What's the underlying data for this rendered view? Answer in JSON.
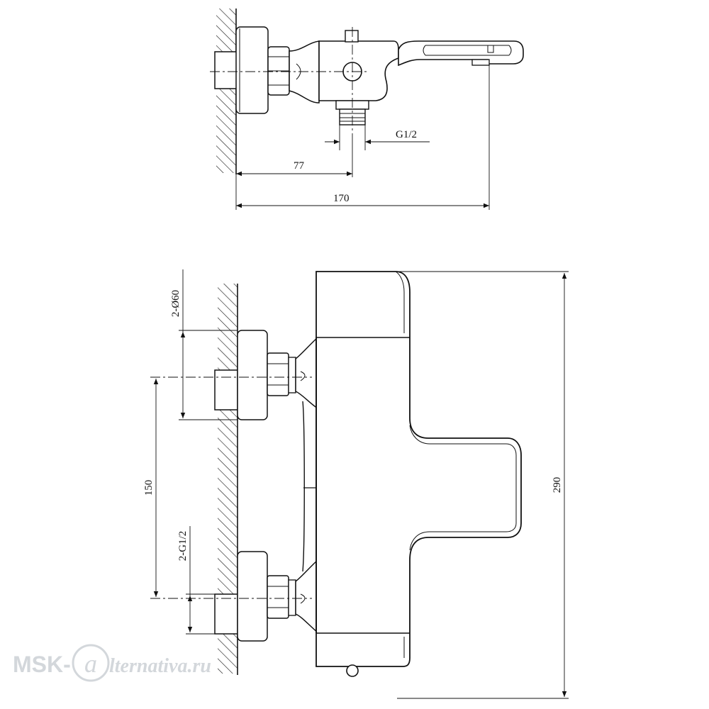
{
  "top_view": {
    "dim_inlet_thread": "G1/2",
    "dim_wall_to_outlet": "77",
    "dim_total_length": "170"
  },
  "front_view": {
    "dim_flange_diameter": "2-Ø60",
    "dim_inlet_spacing": "150",
    "dim_inlet_thread": "2-G1/2",
    "dim_total_height": "290"
  },
  "watermark": {
    "prefix": "MSK-",
    "circled_letter": "a",
    "suffix": "lternativa.ru"
  }
}
